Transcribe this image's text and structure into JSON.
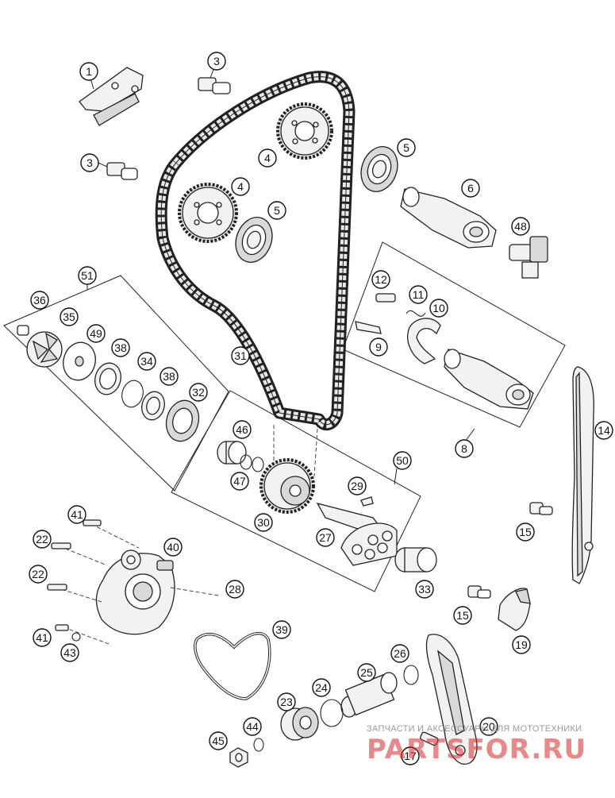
{
  "diagram": {
    "callouts": [
      {
        "id": "c1",
        "label": "1"
      },
      {
        "id": "c3a",
        "label": "3"
      },
      {
        "id": "c3b",
        "label": "3"
      },
      {
        "id": "c4a",
        "label": "4"
      },
      {
        "id": "c4b",
        "label": "4"
      },
      {
        "id": "c5a",
        "label": "5"
      },
      {
        "id": "c5b",
        "label": "5"
      },
      {
        "id": "c6",
        "label": "6"
      },
      {
        "id": "c48",
        "label": "48"
      },
      {
        "id": "c51",
        "label": "51"
      },
      {
        "id": "c36",
        "label": "36"
      },
      {
        "id": "c35",
        "label": "35"
      },
      {
        "id": "c49",
        "label": "49"
      },
      {
        "id": "c38a",
        "label": "38"
      },
      {
        "id": "c34",
        "label": "34"
      },
      {
        "id": "c38b",
        "label": "38"
      },
      {
        "id": "c32",
        "label": "32"
      },
      {
        "id": "c31",
        "label": "31"
      },
      {
        "id": "c12",
        "label": "12"
      },
      {
        "id": "c11",
        "label": "11"
      },
      {
        "id": "c10",
        "label": "10"
      },
      {
        "id": "c9",
        "label": "9"
      },
      {
        "id": "c8",
        "label": "8"
      },
      {
        "id": "c14",
        "label": "14"
      },
      {
        "id": "c46",
        "label": "46"
      },
      {
        "id": "c47",
        "label": "47"
      },
      {
        "id": "c50",
        "label": "50"
      },
      {
        "id": "c29",
        "label": "29"
      },
      {
        "id": "c30",
        "label": "30"
      },
      {
        "id": "c27",
        "label": "27"
      },
      {
        "id": "c15a",
        "label": "15"
      },
      {
        "id": "c41a",
        "label": "41"
      },
      {
        "id": "c22a",
        "label": "22"
      },
      {
        "id": "c40",
        "label": "40"
      },
      {
        "id": "c22b",
        "label": "22"
      },
      {
        "id": "c28",
        "label": "28"
      },
      {
        "id": "c33",
        "label": "33"
      },
      {
        "id": "c15b",
        "label": "15"
      },
      {
        "id": "c41b",
        "label": "41"
      },
      {
        "id": "c43",
        "label": "43"
      },
      {
        "id": "c39",
        "label": "39"
      },
      {
        "id": "c19",
        "label": "19"
      },
      {
        "id": "c26",
        "label": "26"
      },
      {
        "id": "c25",
        "label": "25"
      },
      {
        "id": "c24",
        "label": "24"
      },
      {
        "id": "c23",
        "label": "23"
      },
      {
        "id": "c44",
        "label": "44"
      },
      {
        "id": "c45",
        "label": "45"
      },
      {
        "id": "c20",
        "label": "20"
      },
      {
        "id": "c17",
        "label": "17"
      }
    ]
  },
  "watermark": {
    "tagline": "ЗАПЧАСТИ И АКСЕССУАРЫ ДЛЯ МОТОТЕХНИКИ",
    "logo": "PARTSFOR.RU",
    "color": "#d62828"
  }
}
